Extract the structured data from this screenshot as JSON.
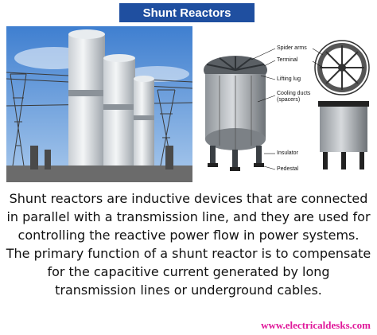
{
  "header": {
    "title": "Shunt Reactors"
  },
  "diagram": {
    "labels": {
      "spider_arms": "Spider arms",
      "terminal": "Terminal",
      "lifting_lug": "Lifting lug",
      "cooling_ducts": "Cooling ducts",
      "spacers": "(spacers)",
      "insulator": "Insulator",
      "pedestal": "Pedestal"
    }
  },
  "body": {
    "paragraph": "Shunt reactors are inductive devices that are connected in parallel with a transmission line, and they are used for controlling the reactive power flow in power systems. The primary function of a shunt reactor is to compensate for the capacitive current generated by long transmission lines or underground cables."
  },
  "footer": {
    "website": "www.electricaldesks.com"
  }
}
